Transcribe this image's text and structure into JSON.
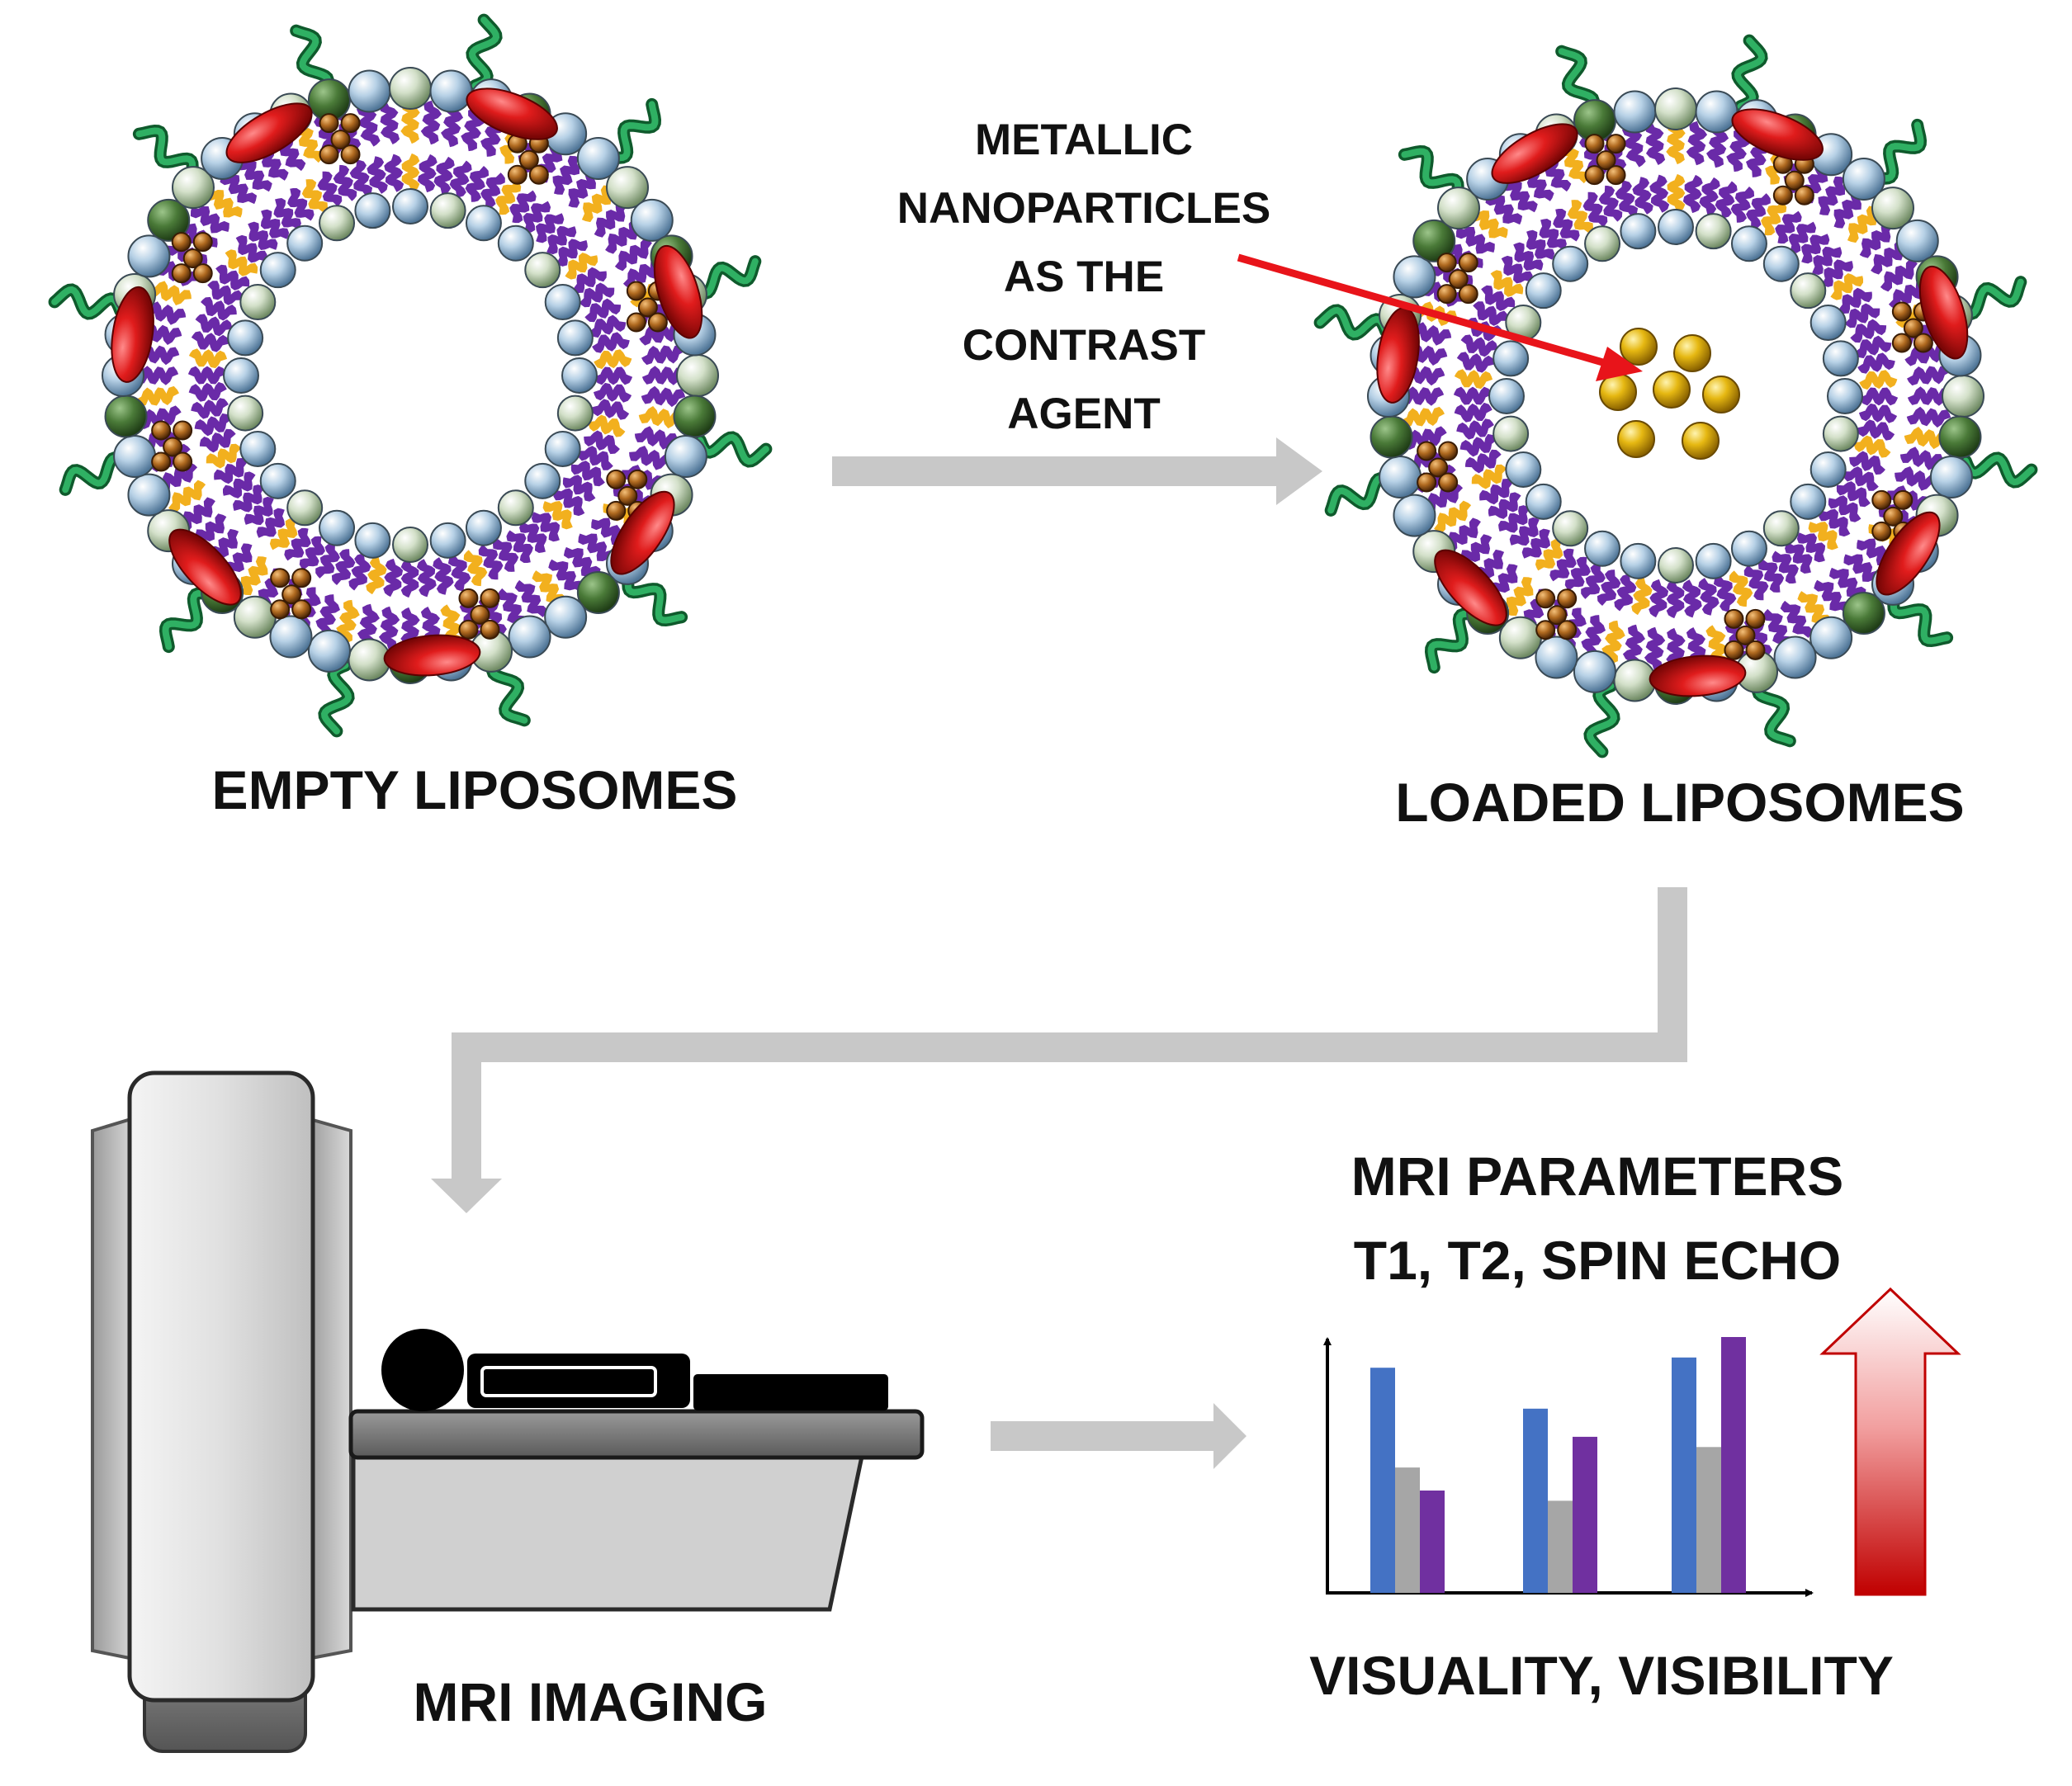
{
  "labels": {
    "empty_liposomes": "EMPTY LIPOSOMES",
    "loaded_liposomes": "LOADED LIPOSOMES",
    "annotation_lines": [
      "METALLIC",
      "NANOPARTICLES",
      "AS THE",
      "CONTRAST",
      "AGENT"
    ],
    "mri_imaging": "MRI IMAGING",
    "mri_parameters_line1": "MRI PARAMETERS",
    "mri_parameters_line2": "T1, T2, SPIN ECHO",
    "visuality": "VISUALITY, VISIBILITY"
  },
  "chart_data": {
    "type": "bar",
    "categories": [
      "",
      "",
      ""
    ],
    "series": [
      {
        "color": "#4472c4",
        "values": [
          0.88,
          0.72,
          0.92
        ]
      },
      {
        "color": "#a6a6a6",
        "values": [
          0.49,
          0.36,
          0.57
        ]
      },
      {
        "color": "#7030a0",
        "values": [
          0.4,
          0.61,
          1.0
        ]
      }
    ],
    "ylim": [
      0,
      1
    ],
    "trend": "increase"
  },
  "colors": {
    "arrow_gray": "#c8c8c8",
    "pointer_red": "#e8141a",
    "lipid_purple": "#6a2aa8",
    "lipid_yellow": "#f2b01e",
    "head_blue": "#a9c7de",
    "head_green": "#cfdcc6",
    "head_dark_green": "#4d7a3a",
    "peg_green": "#1f8f4e",
    "drug_red": "#d81f1f",
    "cluster_brown": "#9a5a1a",
    "nanoparticle_gold": "#e0b010"
  }
}
